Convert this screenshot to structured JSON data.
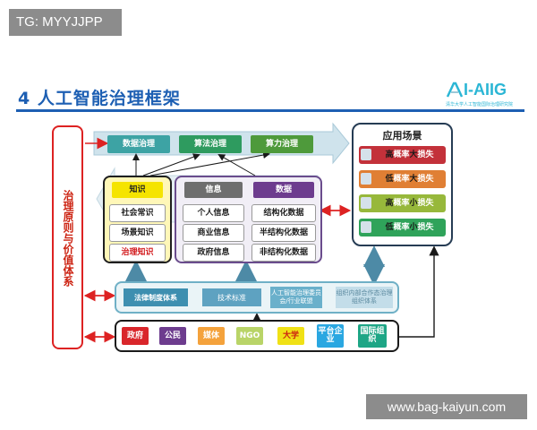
{
  "watermarks": {
    "top": "TG: MYYJJPP",
    "bottom": "www.bag-kaiyun.com"
  },
  "slide": {
    "title": "4 人工智能治理框架"
  },
  "logo": {
    "text": "I-AIIG",
    "subtitle": "清华大学人工智能国际治理研究院"
  },
  "left_panel": {
    "label": "治理原则与价值体系"
  },
  "top_arrow": {
    "items": [
      "数据治理",
      "算法治理",
      "算力治理"
    ]
  },
  "knowledge": {
    "header": "知识",
    "items": [
      "社会常识",
      "场景知识",
      "治理知识"
    ]
  },
  "info": {
    "header": "信息",
    "items": [
      "个人信息",
      "商业信息",
      "政府信息"
    ]
  },
  "data": {
    "header": "数据",
    "items": [
      "结构化数据",
      "半结构化数据",
      "非结构化数据"
    ]
  },
  "applications": {
    "title": "应用场景",
    "items": [
      {
        "prefix": "高",
        "mid": "概率",
        "level": "大",
        "suffix": "损失",
        "color": "#c3313a"
      },
      {
        "prefix": "低",
        "mid": "概率",
        "level": "大",
        "suffix": "损失",
        "color": "#e07f34"
      },
      {
        "prefix": "高",
        "mid": "概率",
        "level": "小",
        "suffix": "损失",
        "color": "#97b83b"
      },
      {
        "prefix": "低",
        "mid": "概率",
        "level": "小",
        "suffix": "损失",
        "color": "#2fa35a"
      }
    ]
  },
  "mechanisms": {
    "items": [
      "法律制度体系",
      "技术标准",
      "人工智能治理委员会/行业联盟",
      "组织内部合作态治理组织体系"
    ]
  },
  "actors": {
    "items": [
      "政府",
      "公民",
      "媒体",
      "NGO",
      "大学",
      "平台企业",
      "国际组织"
    ]
  }
}
